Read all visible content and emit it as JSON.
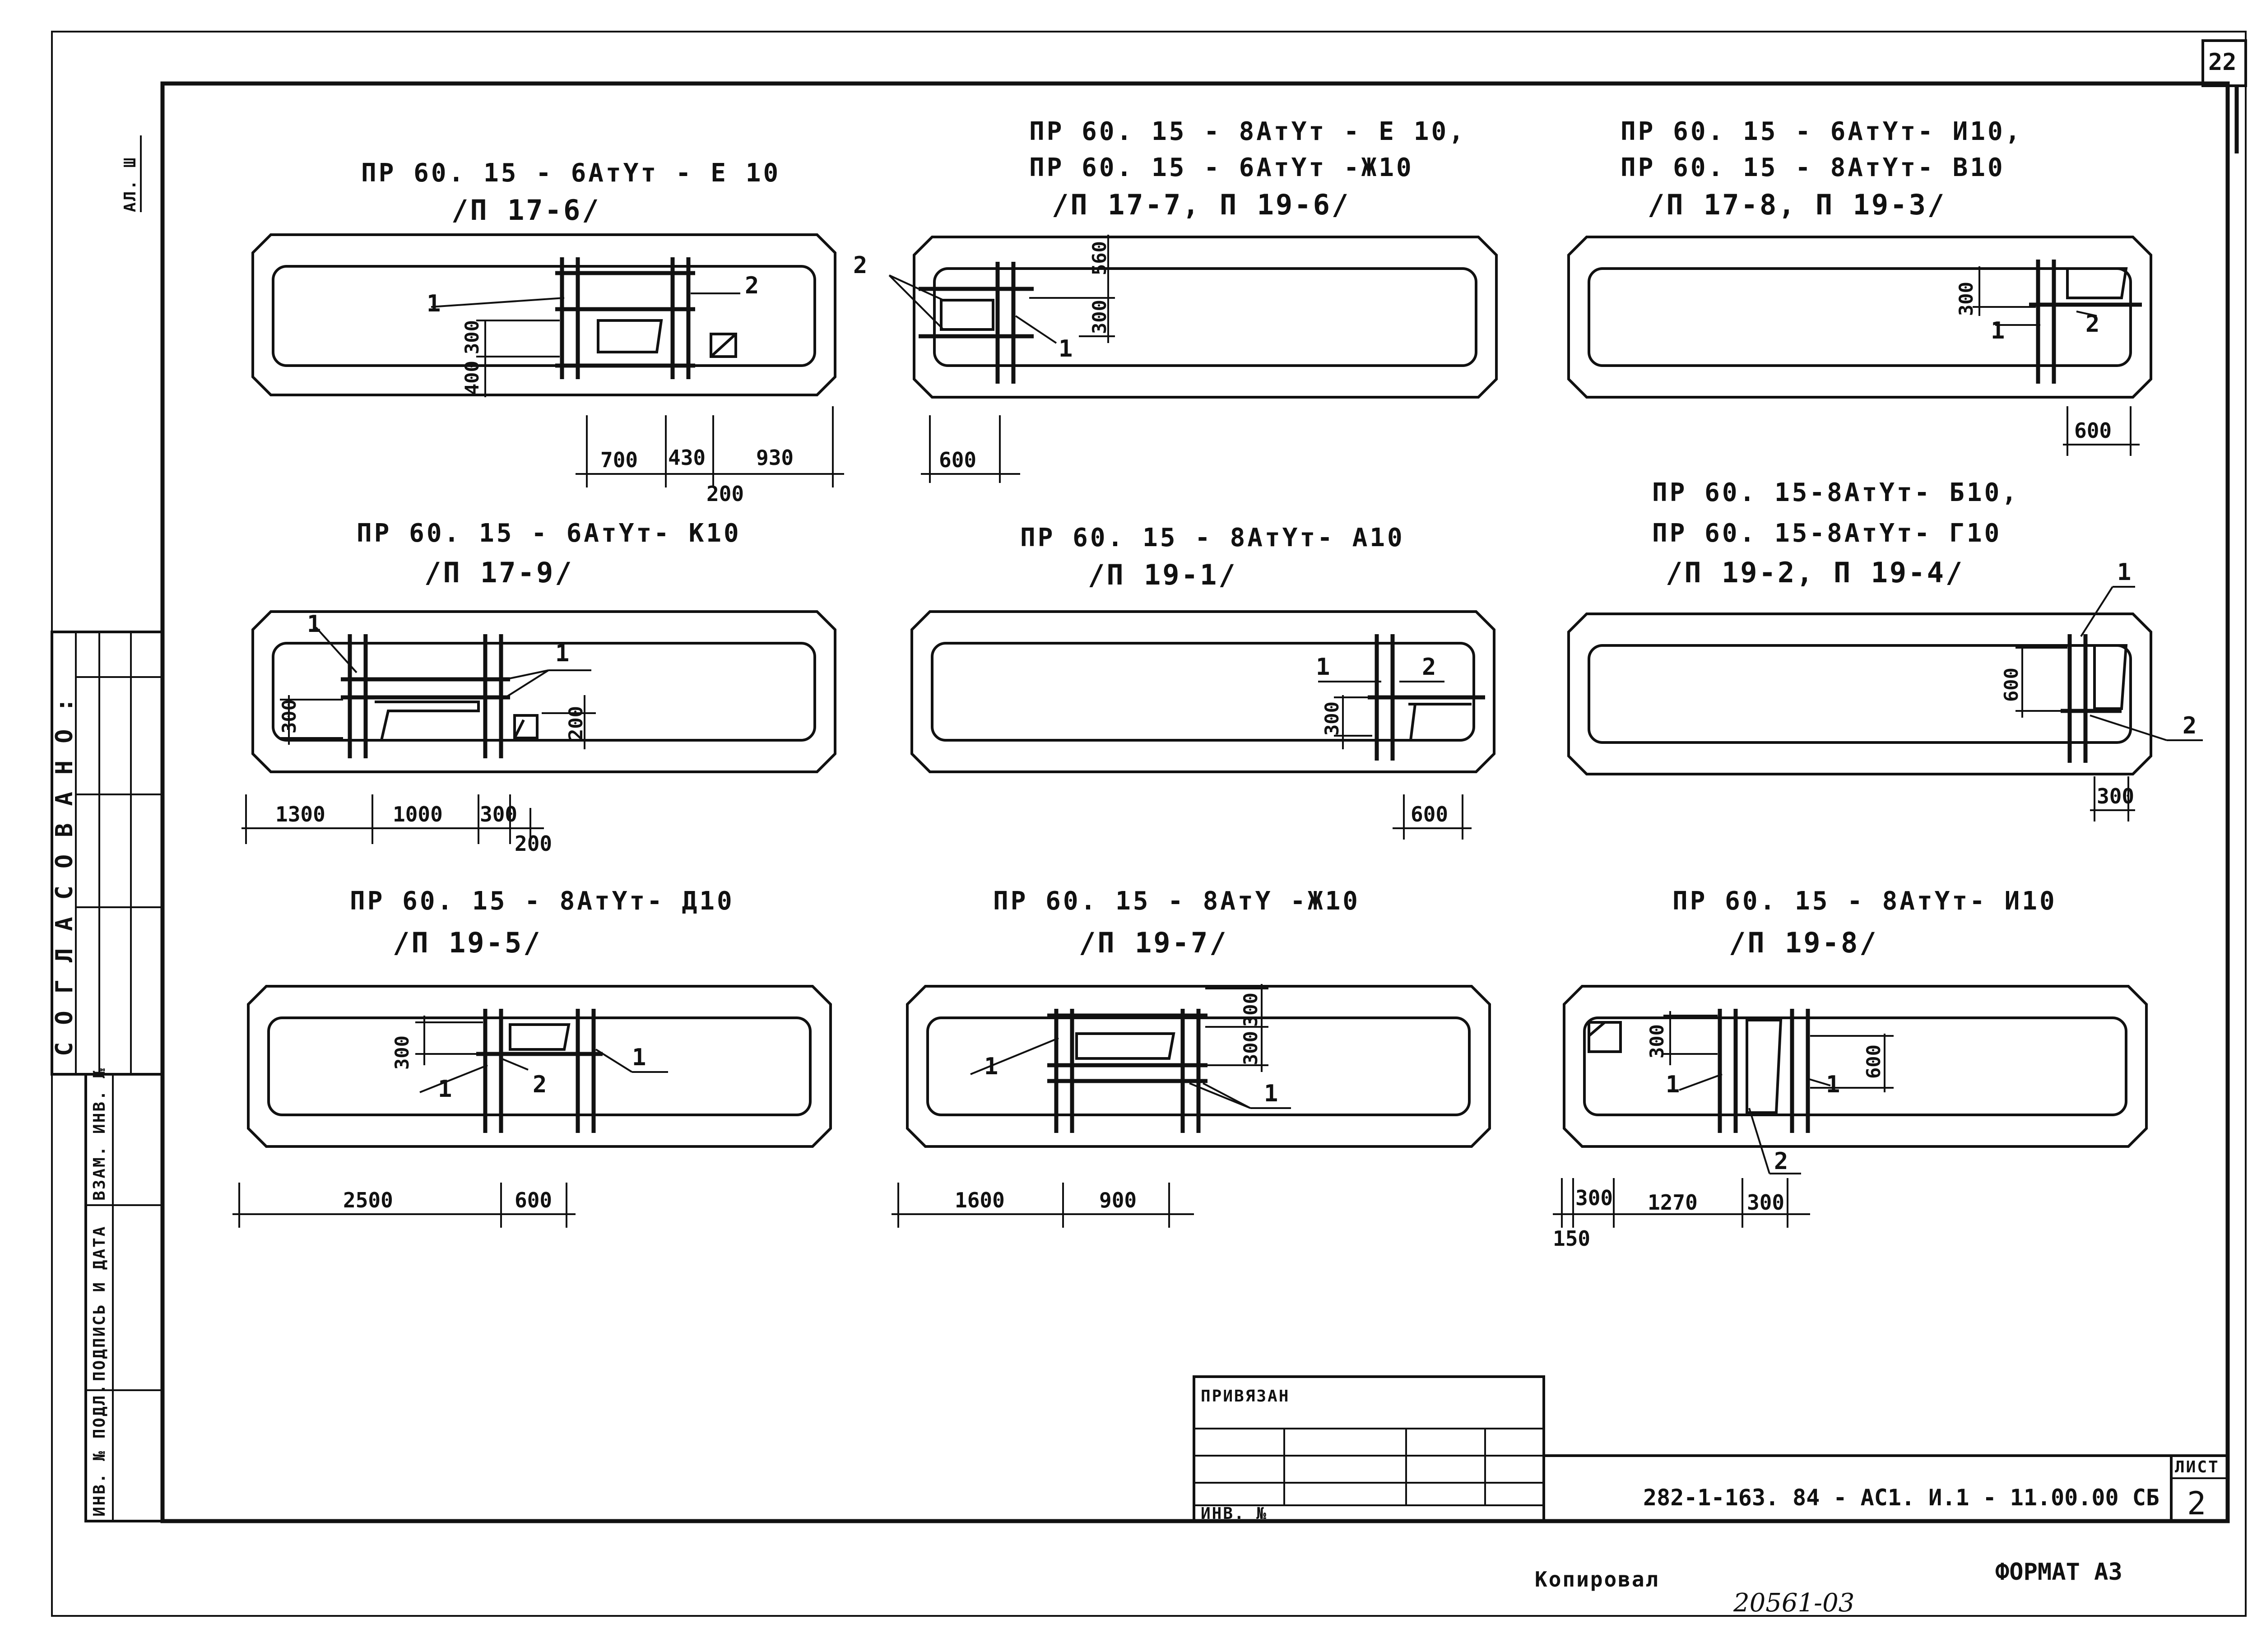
{
  "sheet": {
    "sheet_number_top": "22",
    "side_code": "АЛ. Ш",
    "approved_label": "СОГЛАСОВАНО:",
    "stamp_cols": [
      "ИНВ. № ПОДЛ.",
      "ПОДПИСЬ И ДАТА",
      "ВЗАМ. ИНВ. №"
    ]
  },
  "panels": [
    {
      "titles": [
        "ПР 60. 15 - 6АтҮт - Е 10"
      ],
      "ref": "/П 17-6/",
      "labels": [
        "1",
        "2"
      ],
      "vdims": [
        "300",
        "400"
      ],
      "hdims": [
        "700",
        "430",
        "930",
        "200"
      ]
    },
    {
      "titles": [
        "ПР 60. 15 - 8АтҮт - Е 10,",
        "ПР 60. 15 - 6АтҮт -Ж10"
      ],
      "ref": "/П 17-7,  П 19-6/",
      "labels": [
        "2",
        "1"
      ],
      "vdims": [
        "560",
        "300"
      ],
      "hdims": [
        "600"
      ]
    },
    {
      "titles": [
        "ПР 60. 15 - 6АтҮт- И10,",
        "ПР 60. 15 - 8АтҮт- В10"
      ],
      "ref": "/П 17-8,  П 19-3/",
      "labels": [
        "1",
        "2"
      ],
      "vdims": [
        "300"
      ],
      "hdims": [
        "600"
      ]
    },
    {
      "titles": [
        "ПР 60. 15 - 6АтҮт- К10"
      ],
      "ref": "/П 17-9/",
      "labels": [
        "1",
        "1"
      ],
      "vdims": [
        "300",
        "200"
      ],
      "hdims": [
        "1300",
        "1000",
        "300",
        "200"
      ]
    },
    {
      "titles": [
        "ПР 60. 15 - 8АтҮт- А10"
      ],
      "ref": "/П 19-1/",
      "labels": [
        "1",
        "2"
      ],
      "vdims": [
        "300"
      ],
      "hdims": [
        "600"
      ]
    },
    {
      "titles": [
        "ПР 60. 15-8АтҮт- Б10,",
        "ПР 60. 15-8АтҮт- Г10"
      ],
      "ref": "/П 19-2,  П 19-4/",
      "labels": [
        "1",
        "2"
      ],
      "vdims": [
        "600"
      ],
      "hdims": [
        "300"
      ]
    },
    {
      "titles": [
        "ПР 60. 15 - 8АтҮт- Д10"
      ],
      "ref": "/П 19-5/",
      "labels": [
        "1",
        "1",
        "2"
      ],
      "vdims": [
        "300"
      ],
      "hdims": [
        "2500",
        "600"
      ]
    },
    {
      "titles": [
        "ПР 60. 15 - 8АтҮ -Ж10"
      ],
      "ref": "/П 19-7/",
      "labels": [
        "1",
        "1"
      ],
      "vdims": [
        "300",
        "300"
      ],
      "hdims": [
        "1600",
        "900"
      ]
    },
    {
      "titles": [
        "ПР 60. 15 - 8АтҮт- И10"
      ],
      "ref": "/П 19-8/",
      "labels": [
        "1",
        "1",
        "2"
      ],
      "vdims": [
        "300",
        "600"
      ],
      "hdims": [
        "300",
        "1270",
        "300",
        "150"
      ]
    }
  ],
  "title_block": {
    "bound_label": "ПРИВЯЗАН",
    "inv_label": "ИНВ. №",
    "doc_code": "282-1-163. 84 - АС1. И.1 - 11.00.00 СБ",
    "sheet_label": "ЛИСТ",
    "sheet_value": "2",
    "copied_label": "Копировал",
    "format_label": "ФОРМАТ А3",
    "order_number": "20561-03"
  }
}
